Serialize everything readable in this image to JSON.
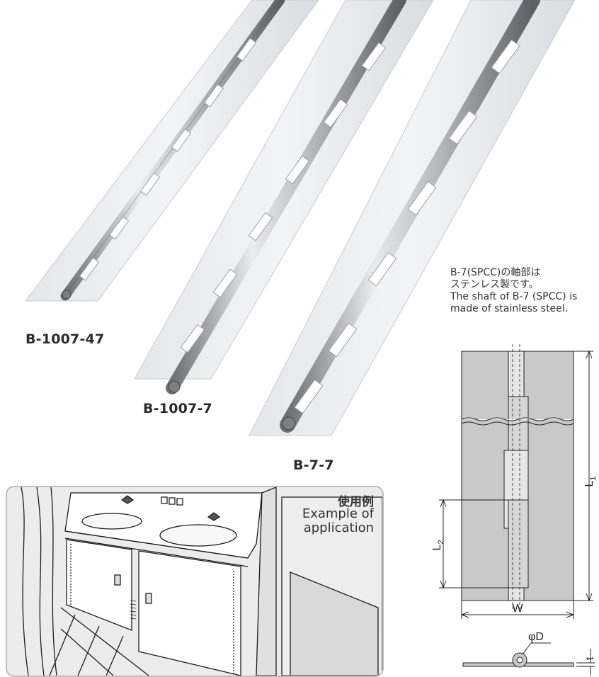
{
  "products": [
    {
      "model": "B-1007-47"
    },
    {
      "model": "B-1007-7"
    },
    {
      "model": "B-7-7"
    }
  ],
  "note": {
    "jp_line1": "B-7(SPCC)の軸部は",
    "jp_line2": "ステンレス製です。",
    "en_line1": "The shaft of B-7 (SPCC) is",
    "en_line2": "made of stainless steel."
  },
  "application": {
    "jp": "使用例",
    "en_line1": "Example of",
    "en_line2": "application"
  },
  "drawing": {
    "dim_L1": "L",
    "dim_L1_sub": "1",
    "dim_L2": "L",
    "dim_L2_sub": "2",
    "dim_W": "W",
    "dim_D": "φD",
    "dim_t": "t"
  }
}
